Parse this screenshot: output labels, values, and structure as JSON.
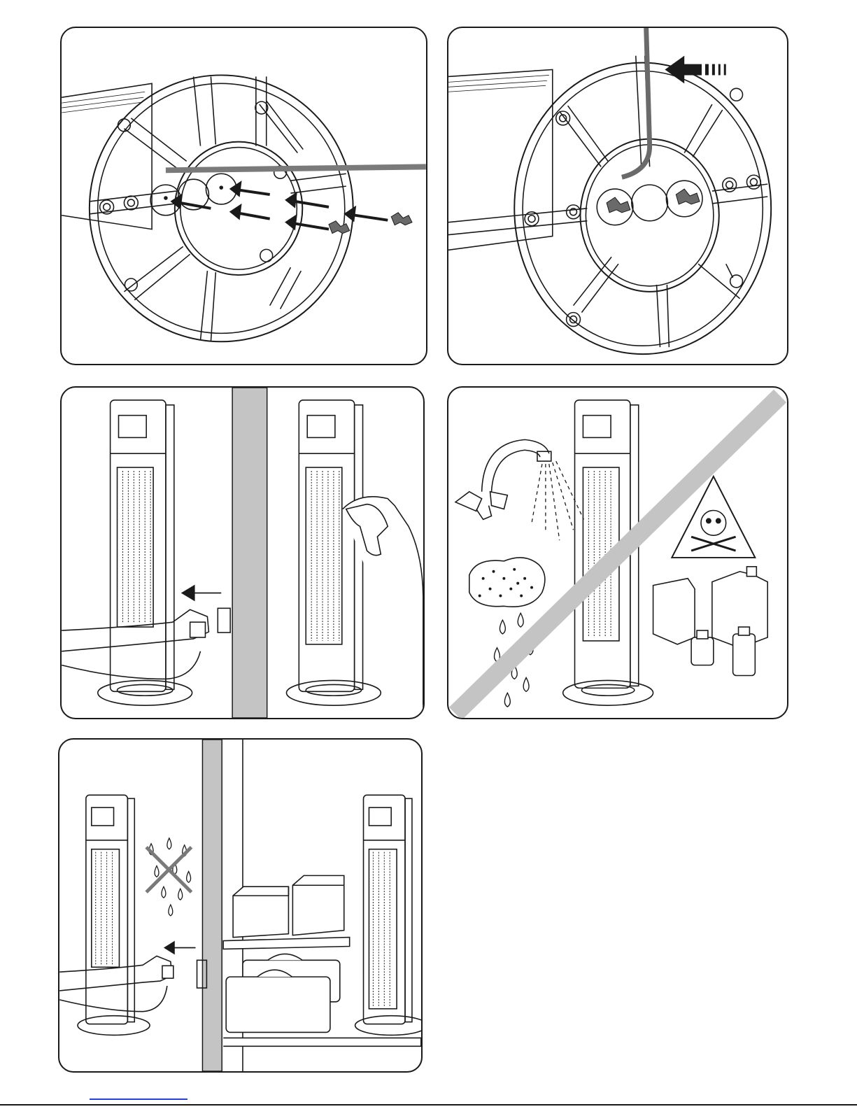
{
  "document": {
    "panels": [
      {
        "id": "step-1",
        "depicts": "mounting-bracket-wing-nuts"
      },
      {
        "id": "step-2",
        "depicts": "cable-routing-bracket"
      },
      {
        "id": "step-3",
        "depicts": "unplug-and-wipe"
      },
      {
        "id": "step-4",
        "depicts": "no-water-no-chemicals"
      },
      {
        "id": "step-5",
        "depicts": "unplug-and-store-dry"
      }
    ]
  },
  "colors": {
    "line": "#1a1a1a",
    "gray_band": "#c4c4c4",
    "link_underline": "#2a3fd6"
  },
  "icons": [
    "wing-nut-icon",
    "arrow-left-icon",
    "skull-crossbones-icon",
    "faucet-icon",
    "sponge-icon",
    "water-drop-icon",
    "cross-out-icon",
    "cloth-icon",
    "plug-icon"
  ]
}
